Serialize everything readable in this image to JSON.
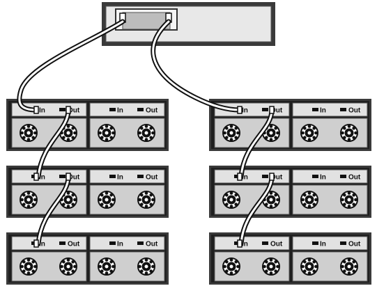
{
  "diagram": {
    "port_labels": {
      "in": "In",
      "out": "Out"
    },
    "controller": {
      "icon": "controller-box-icon",
      "ports": [
        "port-a",
        "port-b"
      ]
    },
    "enclosure_columns": [
      {
        "name": "left-chain",
        "enclosures": [
          "enclosure-1",
          "enclosure-2",
          "enclosure-3"
        ]
      },
      {
        "name": "right-chain",
        "enclosures": [
          "enclosure-1",
          "enclosure-2",
          "enclosure-3"
        ]
      }
    ],
    "modules_per_enclosure": 2,
    "fans_per_module": 2,
    "colors": {
      "chassis": "#3a3a3a",
      "chassis_dark": "#1f1f1f",
      "panel": "#e2e2e2",
      "fan_bay": "#cfcfcf",
      "cable": "#111111",
      "cable_highlight": "#ffffff",
      "controller_body": "#e8e8e8",
      "port_fill": "#bdbdbd"
    }
  }
}
